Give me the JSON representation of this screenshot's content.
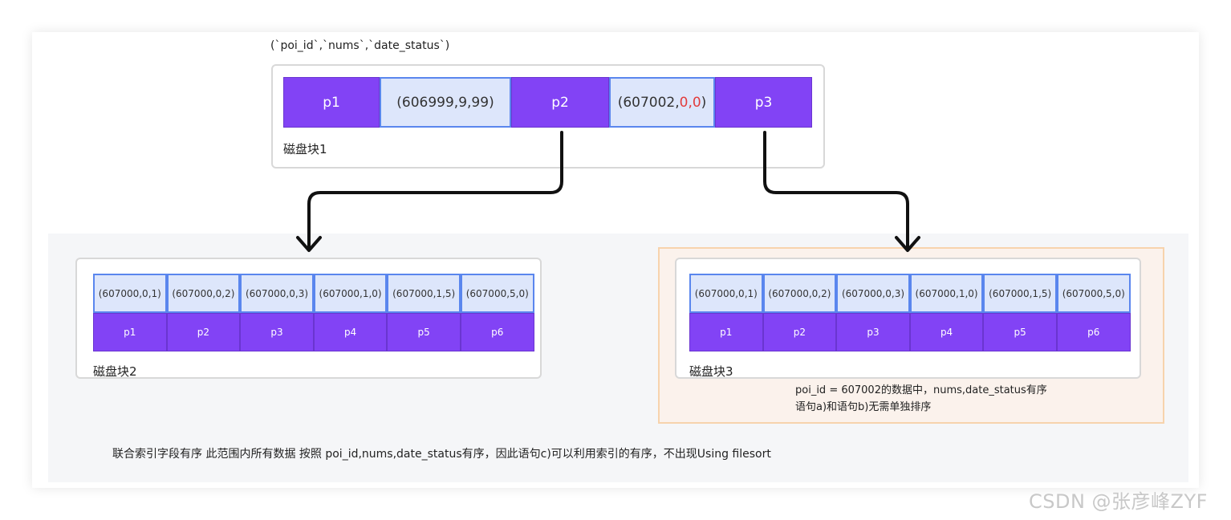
{
  "header": {
    "text": "(`poi_id`,`nums`,`date_status`)"
  },
  "disk1": {
    "label": "磁盘块1",
    "cells": [
      {
        "kind": "pointer",
        "text": "p1"
      },
      {
        "kind": "key",
        "text": "(606999,9,99)"
      },
      {
        "kind": "pointer",
        "text": "p2"
      },
      {
        "kind": "key",
        "prefix": "(607002,",
        "highlight": "0,0",
        "suffix": ")"
      },
      {
        "kind": "pointer",
        "text": "p3"
      }
    ]
  },
  "disk2": {
    "label": "磁盘块2",
    "keys": [
      "(607000,0,1)",
      "(607000,0,2)",
      "(607000,0,3)",
      "(607000,1,0)",
      "(607000,1,5)",
      "(607000,5,0)"
    ],
    "pointers": [
      "p1",
      "p2",
      "p3",
      "p4",
      "p5",
      "p6"
    ]
  },
  "disk3": {
    "label": "磁盘块3",
    "keys": [
      "(607000,0,1)",
      "(607000,0,2)",
      "(607000,0,3)",
      "(607000,1,0)",
      "(607000,1,5)",
      "(607000,5,0)"
    ],
    "pointers": [
      "p1",
      "p2",
      "p3",
      "p4",
      "p5",
      "p6"
    ],
    "note_line1": "poi_id = 607002的数据中，nums,date_status有序",
    "note_line2": "语句a)和语句b)无需单独排序"
  },
  "bottom_note": "联合索引字段有序 此范围内所有数据 按照 poi_id,nums,date_status有序，因此语句c)可以利用索引的有序，不出现Using filesort",
  "watermark": "CSDN @张彦峰ZYF",
  "colors": {
    "pointer_purple": "#8243f5",
    "key_blue_fill": "#dde6fb",
    "key_blue_border": "#5a86ee",
    "highlight_red": "#e23c3c",
    "highlight_box_border": "#f7d3ad"
  }
}
